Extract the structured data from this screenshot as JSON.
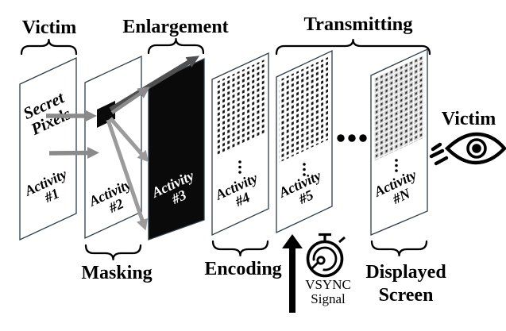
{
  "figure": {
    "top_labels": {
      "victim": "Victim",
      "enlargement": "Enlargement",
      "transmitting": "Transmitting"
    },
    "bottom_labels": {
      "masking": "Masking",
      "encoding": "Encoding",
      "displayed_line1": "Displayed",
      "displayed_line2": "Screen"
    },
    "secret_pixels": {
      "line1": "Secret",
      "line2": "Pixels"
    },
    "panels": [
      {
        "line1": "Activity",
        "line2": "#1",
        "style": "plain"
      },
      {
        "line1": "Activity",
        "line2": "#2",
        "style": "masking-square"
      },
      {
        "line1": "Activity",
        "line2": "#3",
        "style": "black-enlarged"
      },
      {
        "line1": "Activity",
        "line2": "#4",
        "style": "dotted-encoded"
      },
      {
        "line1": "Activity",
        "line2": "#5",
        "style": "dotted-encoded"
      },
      {
        "line1": "Activity",
        "line2": "#N",
        "style": "dotted-gray-displayed"
      }
    ],
    "vsync": {
      "line1": "VSYNC",
      "line2": "Signal"
    },
    "victim_right": "Victim",
    "icons": {
      "stopwatch": "stopwatch-icon",
      "eye": "eye-icon",
      "vsync_up_arrow": "vsync-up-arrow",
      "horizontal_ellipsis": "horizontal-ellipsis-icon",
      "vertical_ellipsis": "vertical-ellipsis-icon"
    },
    "colors": {
      "background": "#ffffff",
      "panel_outline": "#2e3d49",
      "black_panel": "#0a0a0a",
      "arrow_gray": "#8a8a8a",
      "arrow_dark": "#4f4f4f",
      "arrow_light": "#9b9b9b",
      "dot_color": "#151515",
      "gray_cell": "#c9c9c9"
    }
  }
}
